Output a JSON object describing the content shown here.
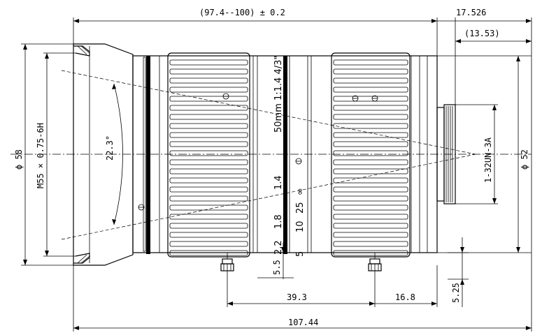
{
  "dimensions": {
    "overall_length": "(97.4--100) ± 0.2",
    "mount_length": "17.526",
    "flange_depth": "(13.53)",
    "front_diameter": "ϕ 58",
    "filter_thread": "M55 × 0.75-6H",
    "mount_diameter": "ϕ 52",
    "mount_thread": "1-32UN-3A",
    "field_angle": "22.3°",
    "ring_gap": "5.5",
    "screw_spacing": "39.3",
    "rear_screw_offset": "16.8",
    "screw_height": "5.25",
    "total_length": "107.44"
  },
  "lens_markings": {
    "model": "50mm 1:1.4 4/3\"",
    "aperture_scale": [
      "1.4",
      "1.8",
      "2.2"
    ],
    "focus_scale": [
      "∞",
      "25",
      "10",
      "5"
    ]
  }
}
